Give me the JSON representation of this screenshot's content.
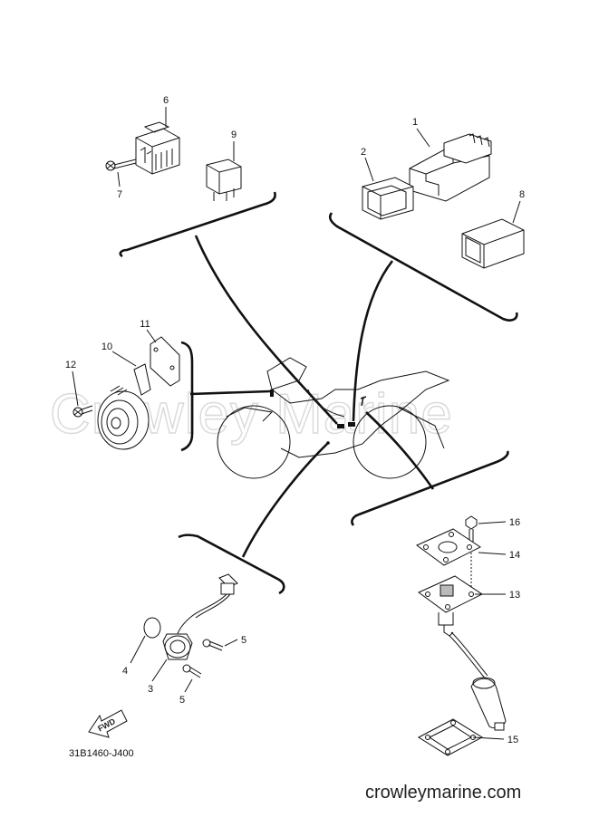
{
  "watermark": "Crowley Marine",
  "diagram_code": "31B1460-J400",
  "website": "crowleymarine.com",
  "fwd_label": "FWD",
  "callouts": {
    "c1": "1",
    "c2": "2",
    "c3": "3",
    "c4": "4",
    "c5a": "5",
    "c5b": "5",
    "c6": "6",
    "c7": "7",
    "c8": "8",
    "c9": "9",
    "c10": "10",
    "c11": "11",
    "c12": "12",
    "c13": "13",
    "c14": "14",
    "c15": "15",
    "c16": "16"
  }
}
